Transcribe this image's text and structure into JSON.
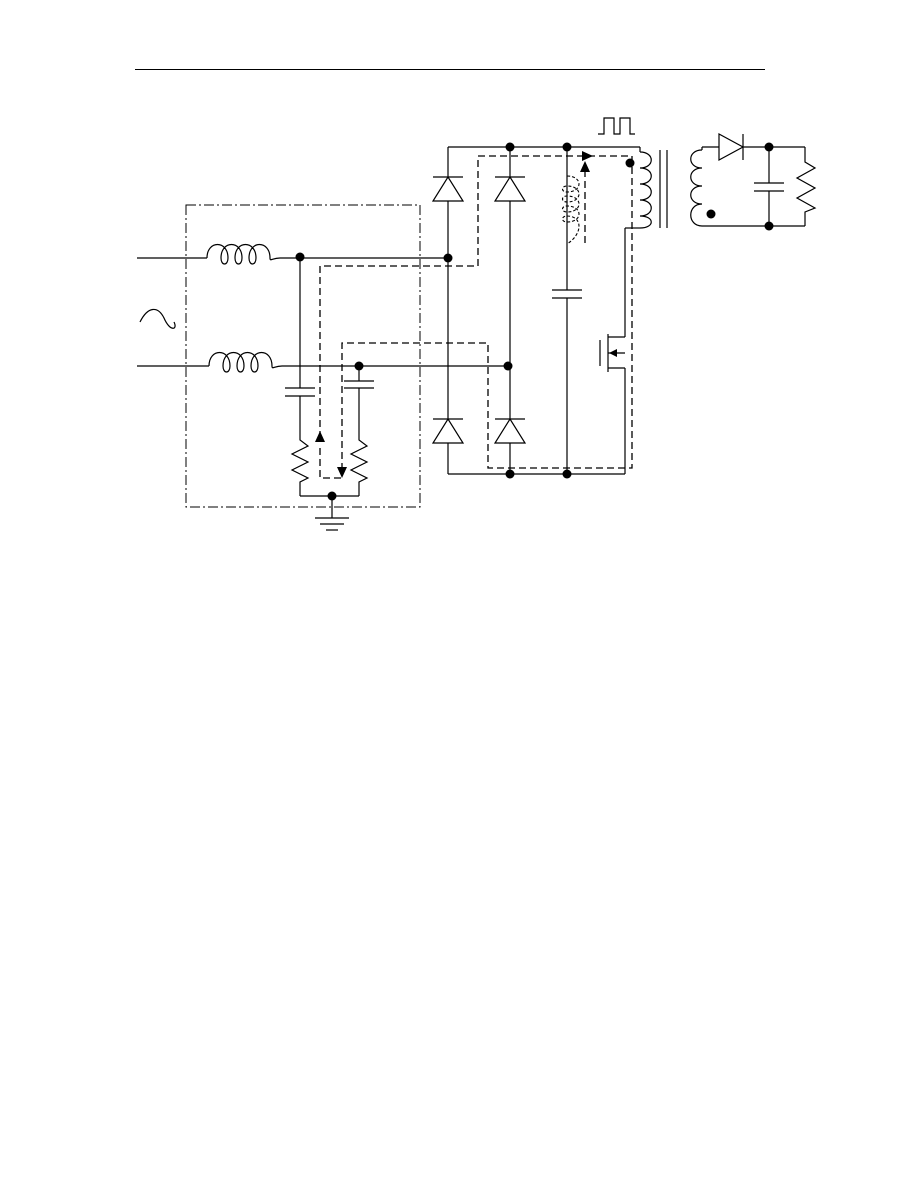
{
  "diagram": {
    "type": "circuit-schematic",
    "colors": {
      "ink": "#000000",
      "background": "#ffffff"
    },
    "components": [
      {
        "id": "L1",
        "kind": "inductor",
        "icon": "inductor-icon"
      },
      {
        "id": "L2",
        "kind": "inductor",
        "icon": "inductor-icon"
      },
      {
        "id": "C1",
        "kind": "capacitor",
        "icon": "capacitor-icon"
      },
      {
        "id": "C2",
        "kind": "capacitor",
        "icon": "capacitor-icon"
      },
      {
        "id": "R1",
        "kind": "resistor",
        "icon": "resistor-icon"
      },
      {
        "id": "R2",
        "kind": "resistor",
        "icon": "resistor-icon"
      },
      {
        "id": "D1",
        "kind": "diode",
        "icon": "diode-icon"
      },
      {
        "id": "D2",
        "kind": "diode",
        "icon": "diode-icon"
      },
      {
        "id": "D3",
        "kind": "diode",
        "icon": "diode-icon"
      },
      {
        "id": "D4",
        "kind": "diode",
        "icon": "diode-icon"
      },
      {
        "id": "Cbulk",
        "kind": "capacitor",
        "icon": "capacitor-icon"
      },
      {
        "id": "Lpar",
        "kind": "parasitic-inductance",
        "icon": "dashed-inductor-icon"
      },
      {
        "id": "Q1",
        "kind": "mosfet",
        "icon": "mosfet-icon"
      },
      {
        "id": "T1",
        "kind": "transformer",
        "icon": "transformer-icon"
      },
      {
        "id": "D5",
        "kind": "diode",
        "icon": "diode-icon"
      },
      {
        "id": "Cout",
        "kind": "capacitor",
        "icon": "capacitor-icon"
      },
      {
        "id": "Rload",
        "kind": "resistor",
        "icon": "resistor-icon"
      }
    ],
    "symbols": {
      "ac_source": "ac-source-icon",
      "ground": "ground-icon",
      "drive_pulse": "square-wave-icon",
      "filter_box": "emi-filter-boundary"
    }
  }
}
